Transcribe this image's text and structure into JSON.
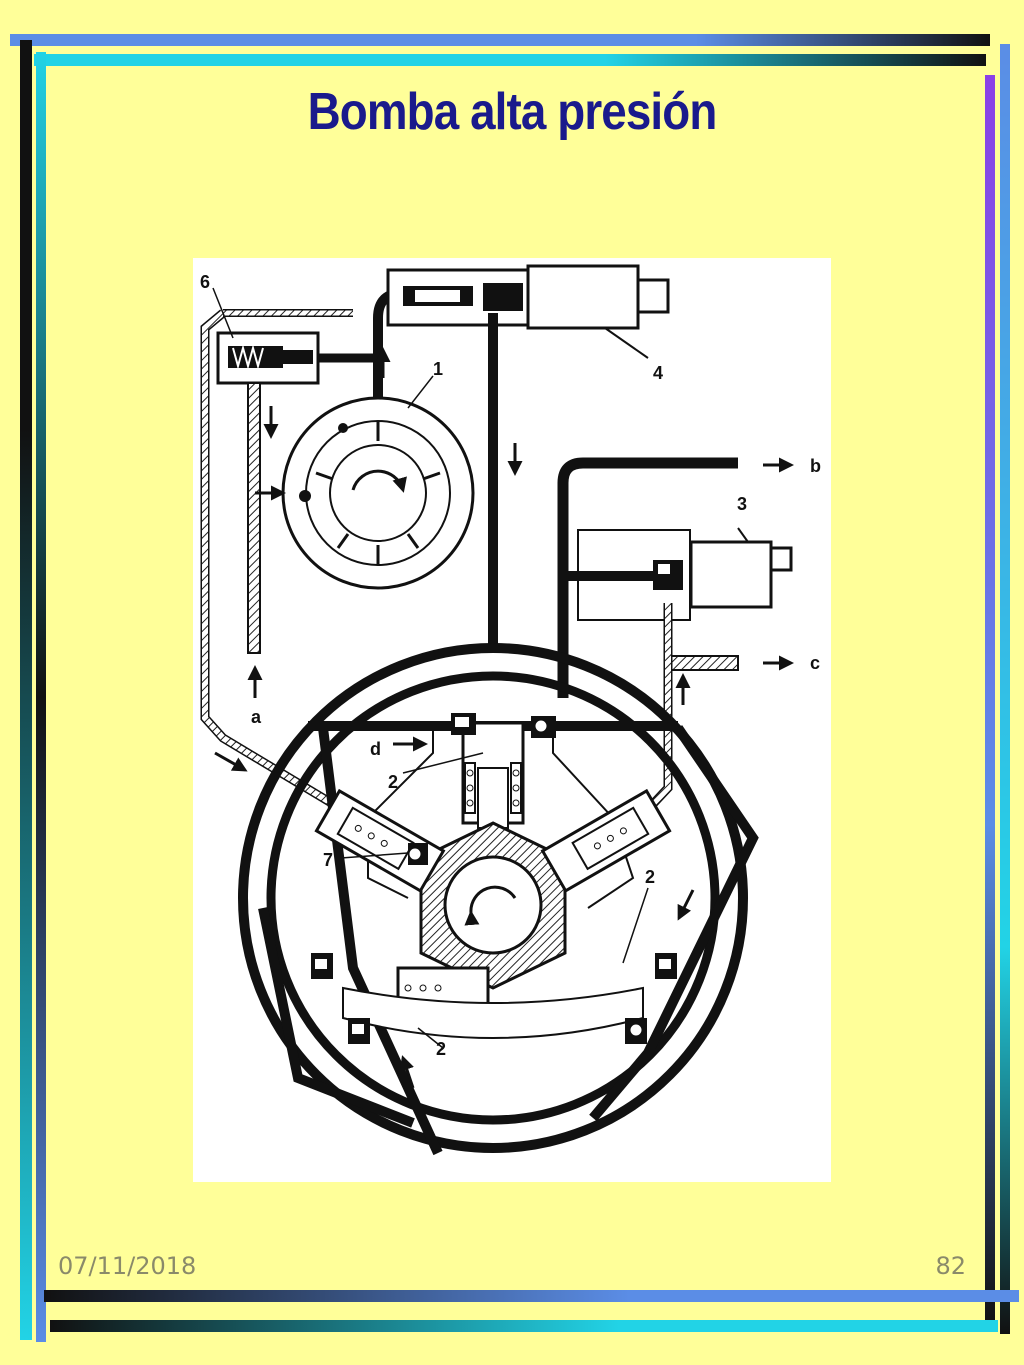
{
  "slide": {
    "title": "Bomba alta presión",
    "date": "07/11/2018",
    "page_number": "82"
  },
  "diagram": {
    "labels": {
      "six": "6",
      "one": "1",
      "four": "4",
      "b": "b",
      "three": "3",
      "c": "c",
      "a": "a",
      "d": "d",
      "two_upper": "2",
      "seven": "7",
      "two_right": "2",
      "two_lower": "2"
    }
  },
  "colors": {
    "background": "#FFFF99",
    "title": "#1a1a8c",
    "frame_dark": "#111111",
    "frame_cyan": "#22d3e6",
    "frame_blue": "#5b8de6",
    "frame_purple": "#8a40e6"
  }
}
